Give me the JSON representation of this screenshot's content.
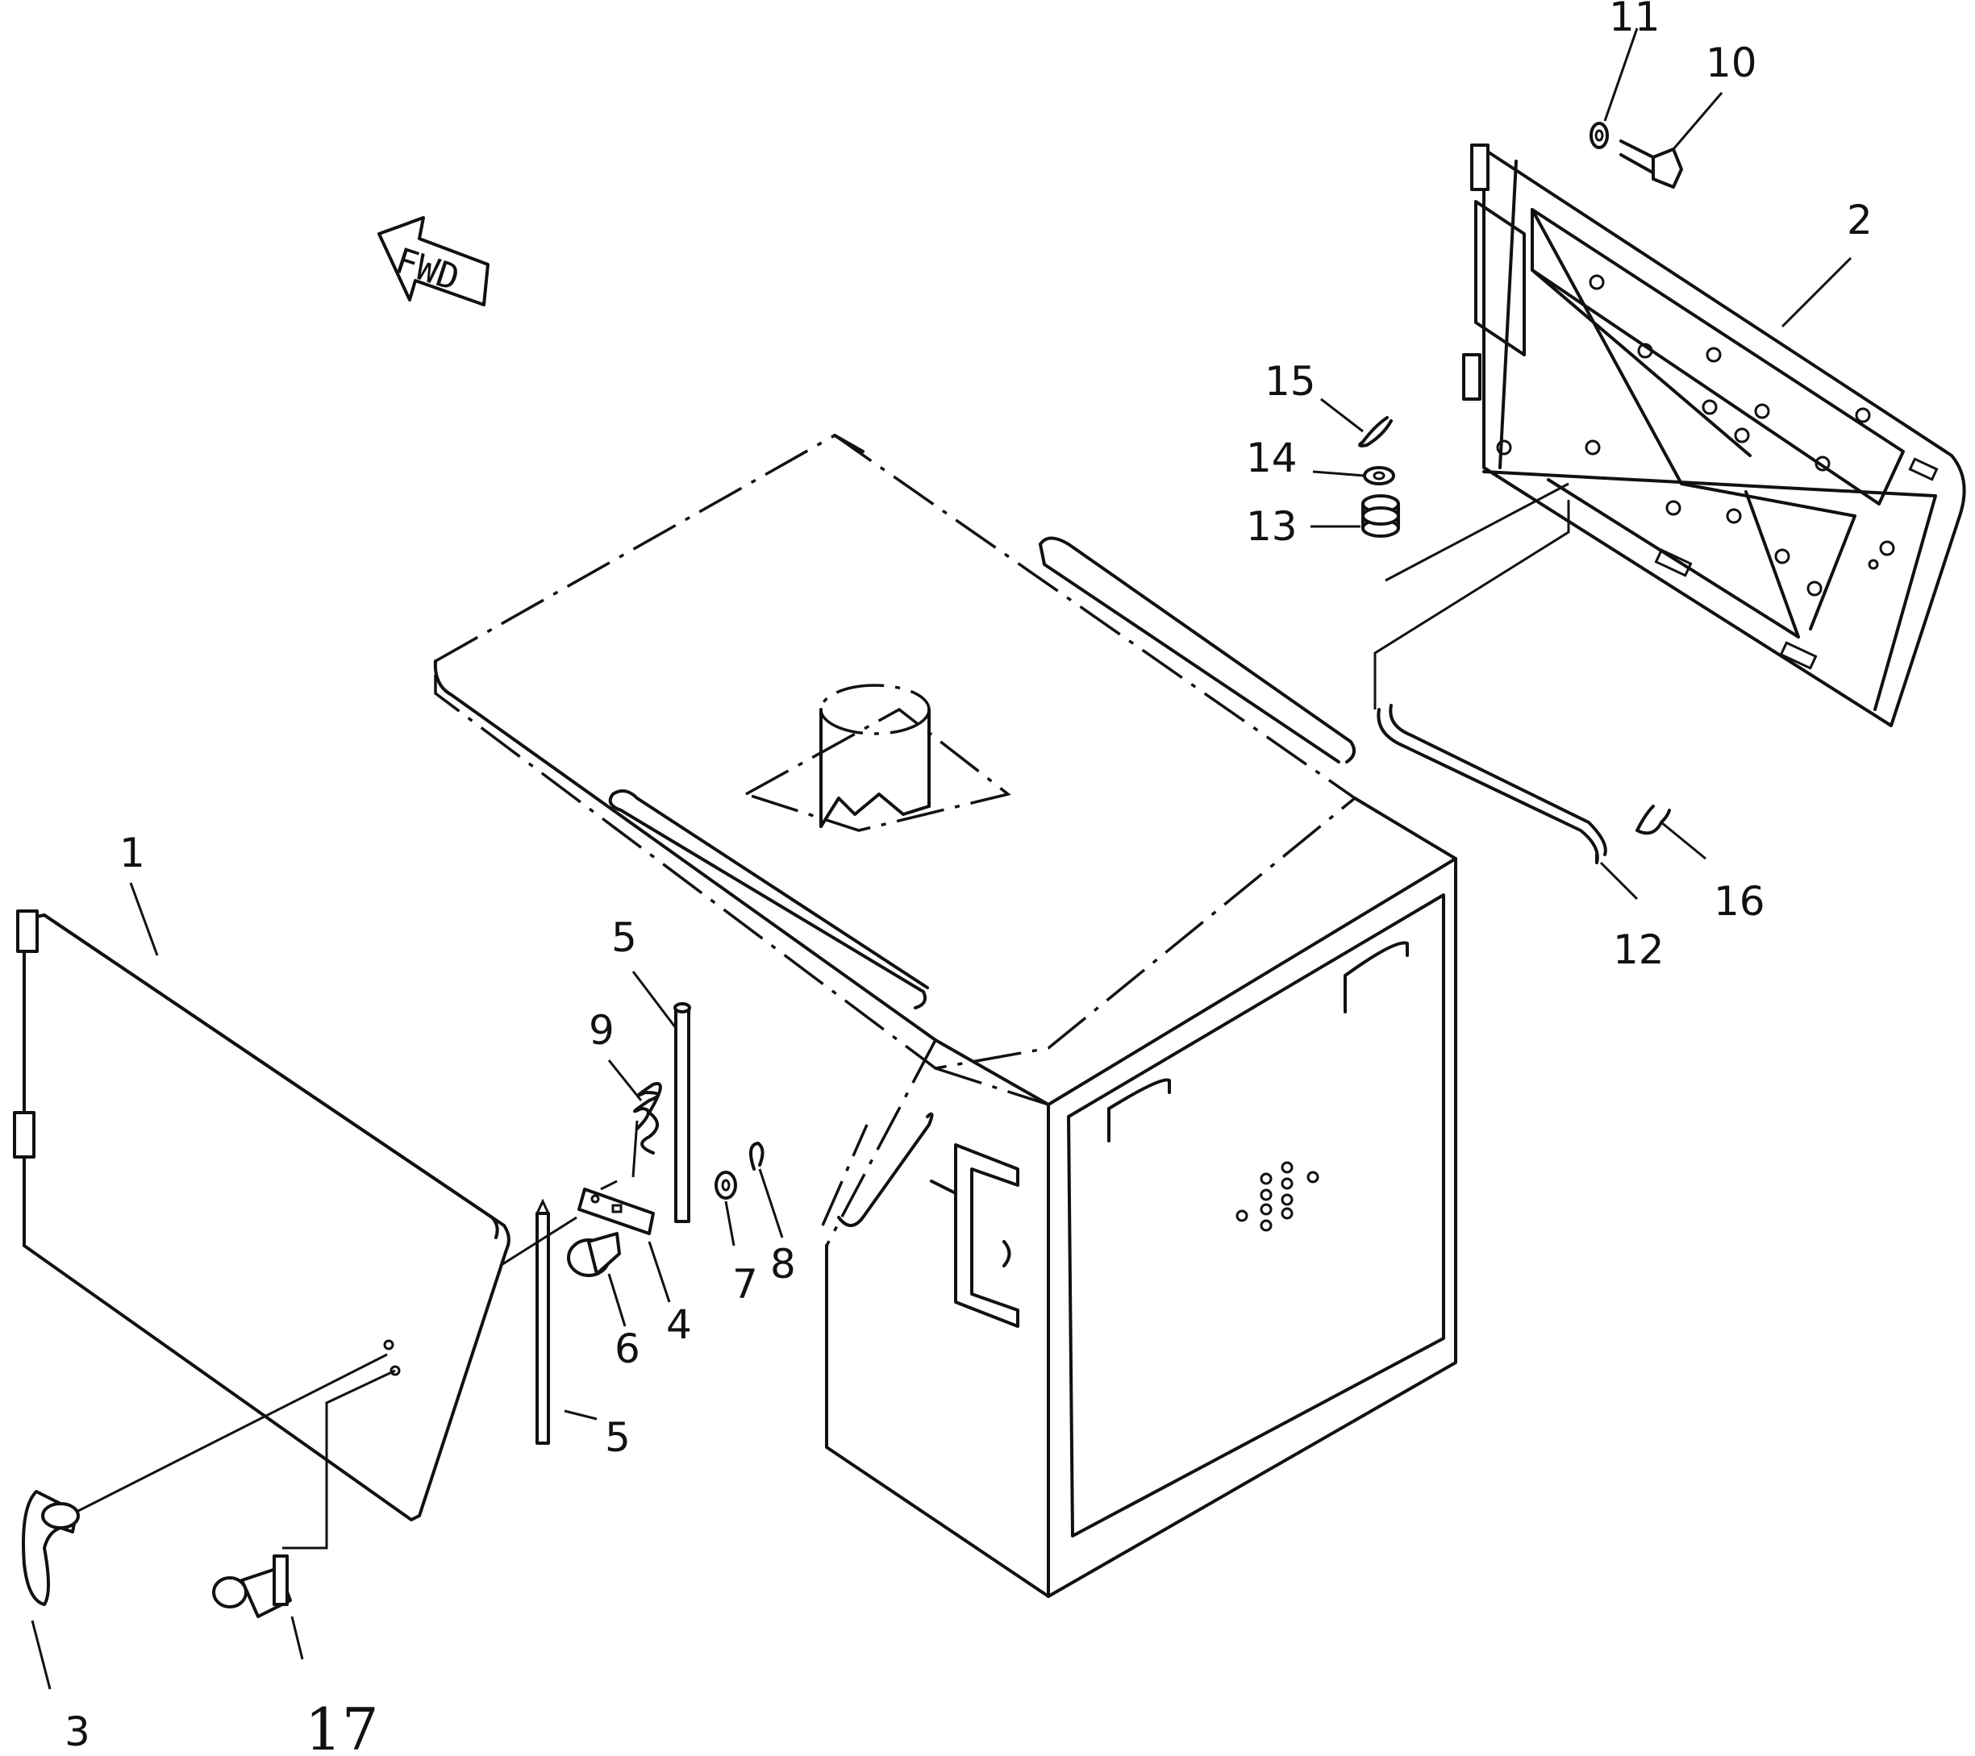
{
  "figure": {
    "arrow_text": "FWD",
    "callouts": [
      {
        "id": "1",
        "text": "1"
      },
      {
        "id": "2",
        "text": "2"
      },
      {
        "id": "3",
        "text": "3"
      },
      {
        "id": "4",
        "text": "4"
      },
      {
        "id": "5a",
        "text": "5"
      },
      {
        "id": "5b",
        "text": "5"
      },
      {
        "id": "6",
        "text": "6"
      },
      {
        "id": "7",
        "text": "7"
      },
      {
        "id": "8",
        "text": "8"
      },
      {
        "id": "9",
        "text": "9"
      },
      {
        "id": "10",
        "text": "10"
      },
      {
        "id": "11",
        "text": "11"
      },
      {
        "id": "12",
        "text": "12"
      },
      {
        "id": "13",
        "text": "13"
      },
      {
        "id": "14",
        "text": "14"
      },
      {
        "id": "15",
        "text": "15"
      },
      {
        "id": "16",
        "text": "16"
      },
      {
        "id": "17",
        "text": "17"
      }
    ]
  }
}
